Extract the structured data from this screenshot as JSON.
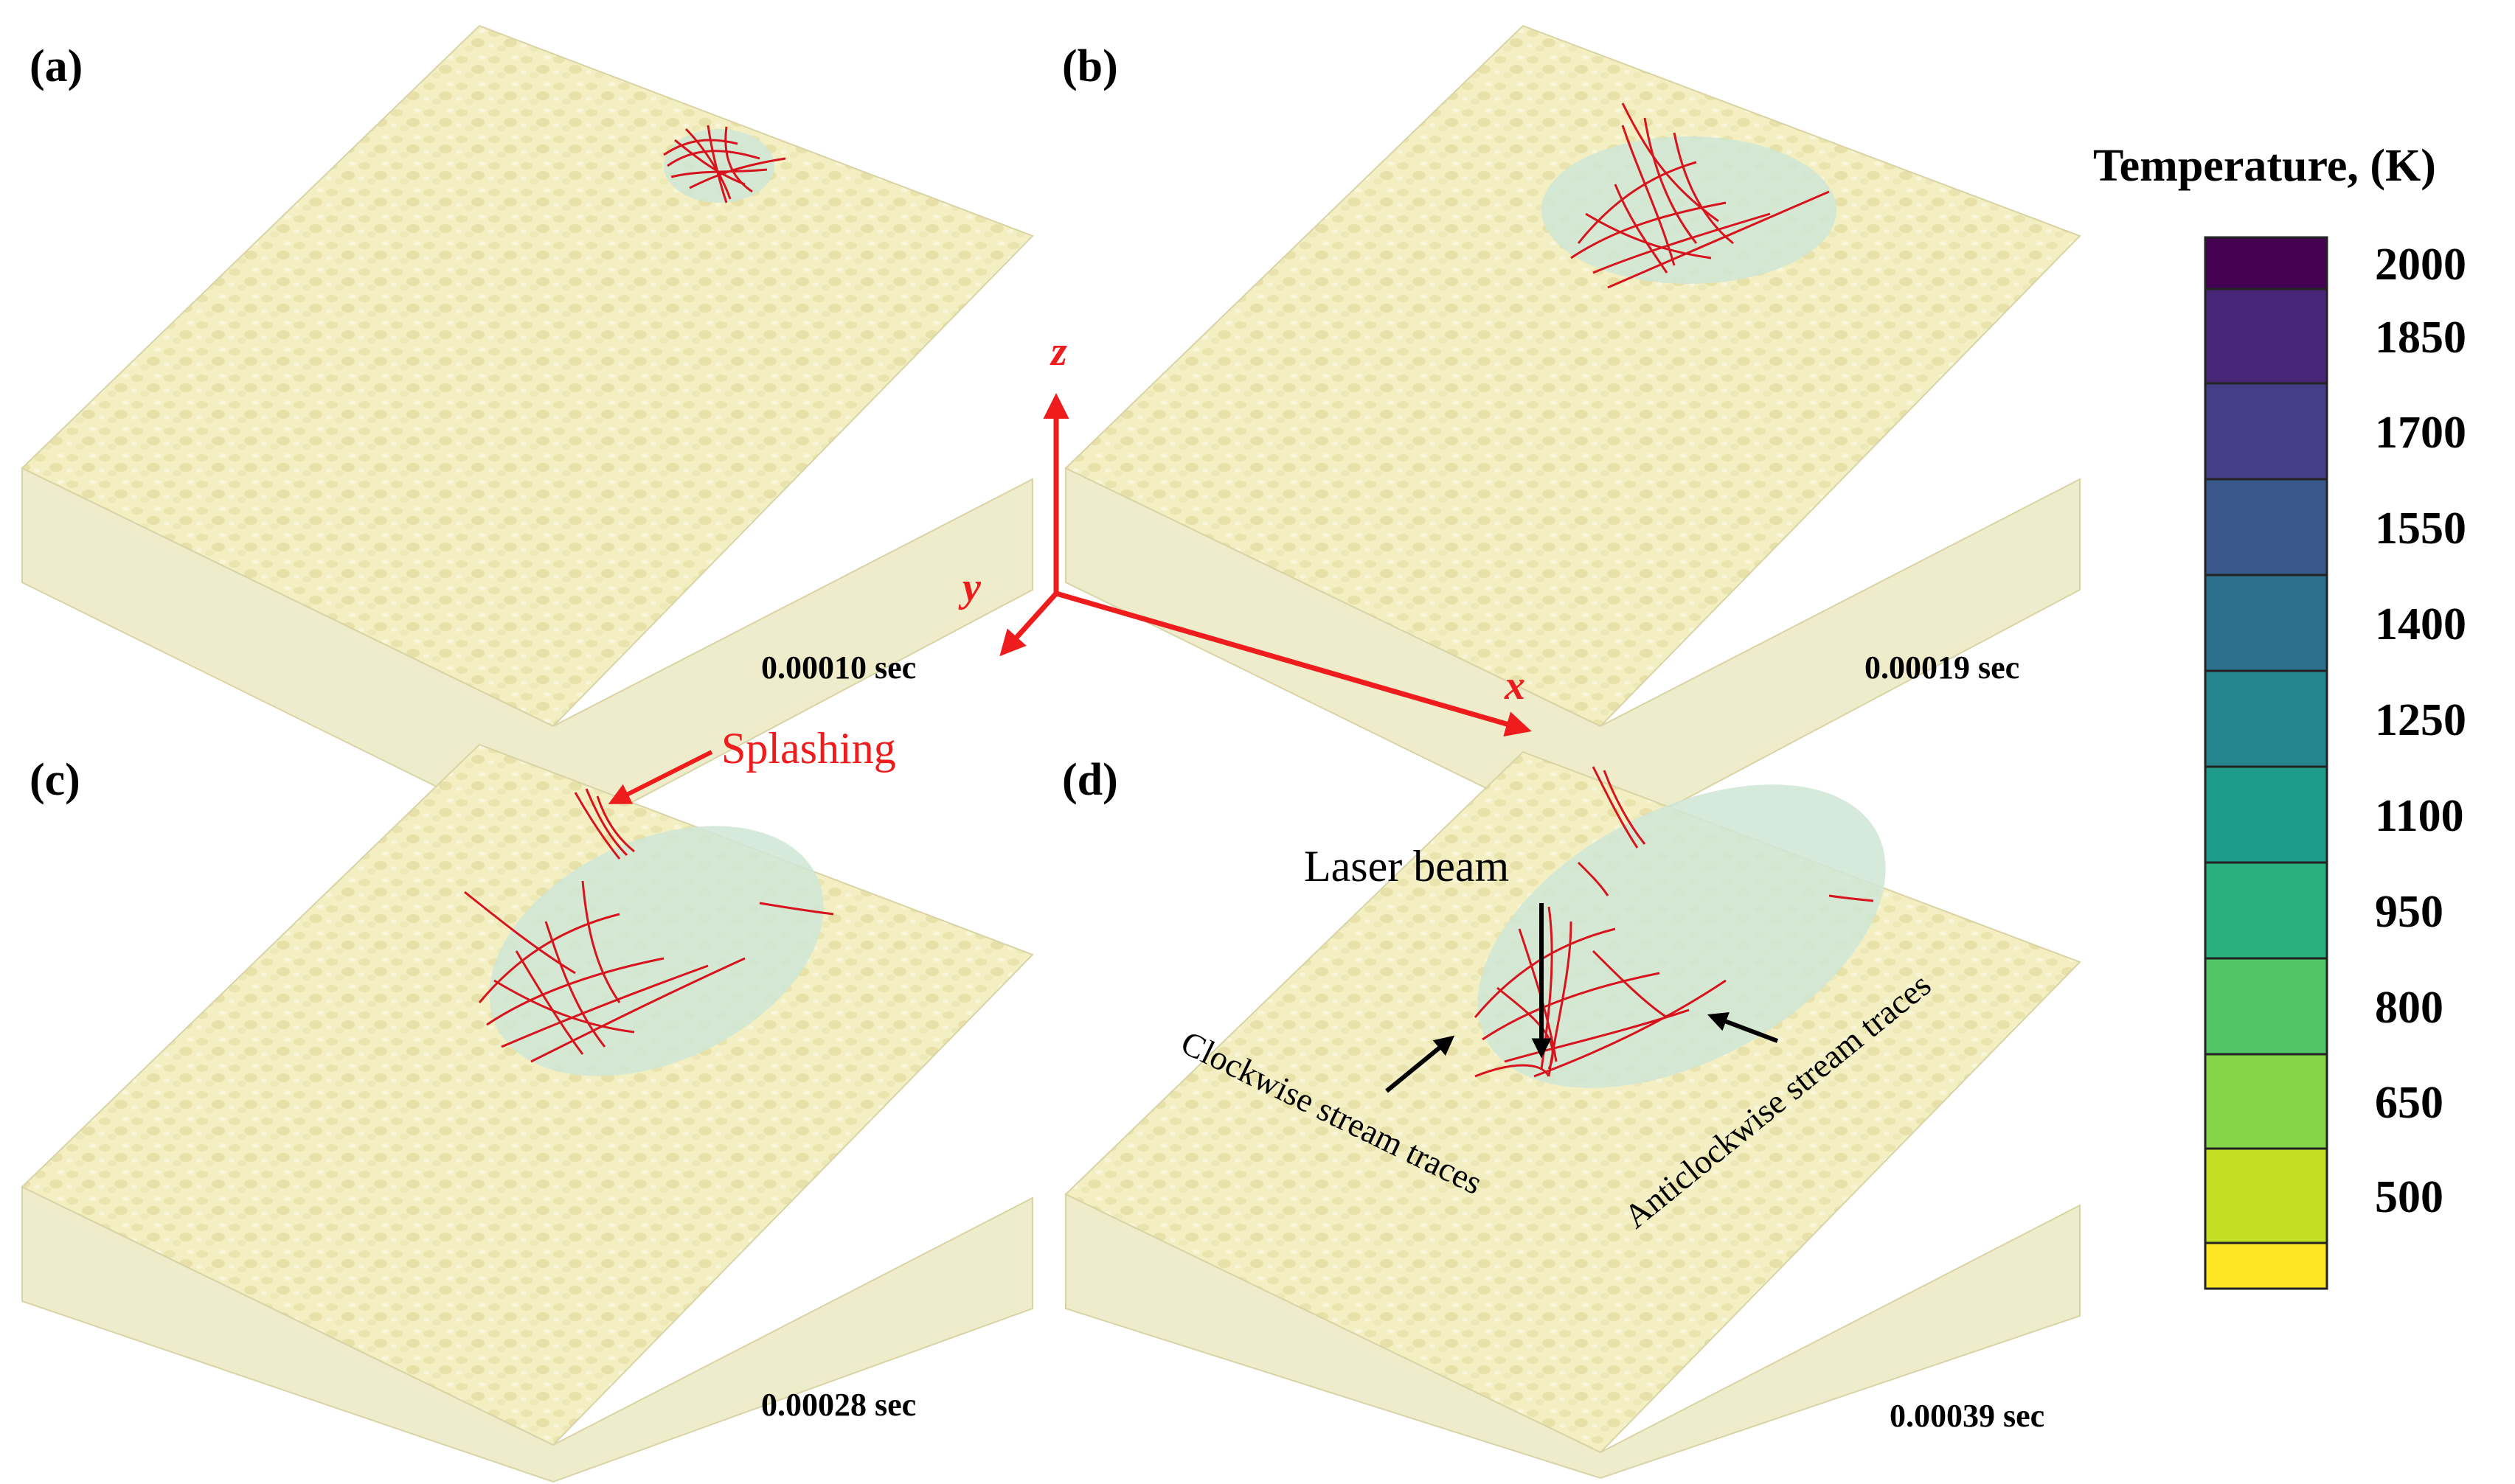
{
  "panels": [
    {
      "label": "(a)",
      "time": "0.00010 sec"
    },
    {
      "label": "(b)",
      "time": "0.00019 sec"
    },
    {
      "label": "(c)",
      "time": "0.00028 sec"
    },
    {
      "label": "(d)",
      "time": "0.00039 sec"
    }
  ],
  "axes": {
    "x": "x",
    "y": "y",
    "z": "z"
  },
  "annotations": {
    "splashing": "Splashing",
    "laser_beam": "Laser beam",
    "clockwise": "Clockwise stream traces",
    "anticlockwise": "Anticlockwise stream traces"
  },
  "legend": {
    "title": "Temperature, (K)",
    "levels": [
      "2000",
      "1850",
      "1700",
      "1550",
      "1400",
      "1250",
      "1100",
      "950",
      "800",
      "650",
      "500"
    ],
    "colors": [
      "#440154",
      "#482677",
      "#433e85",
      "#38588c",
      "#2d708e",
      "#25858e",
      "#1e9b8a",
      "#2ab07f",
      "#52c569",
      "#86d549",
      "#c2df23",
      "#fde725"
    ]
  },
  "colors": {
    "powder": "#f3efc2",
    "powder_dark": "#d8d29a",
    "melt_pool": "#cfe6d6",
    "stream": "#d7141e",
    "axis": "#ee1c1c",
    "annotation_red": "#ee1c1c",
    "annotation_black": "#000000"
  }
}
